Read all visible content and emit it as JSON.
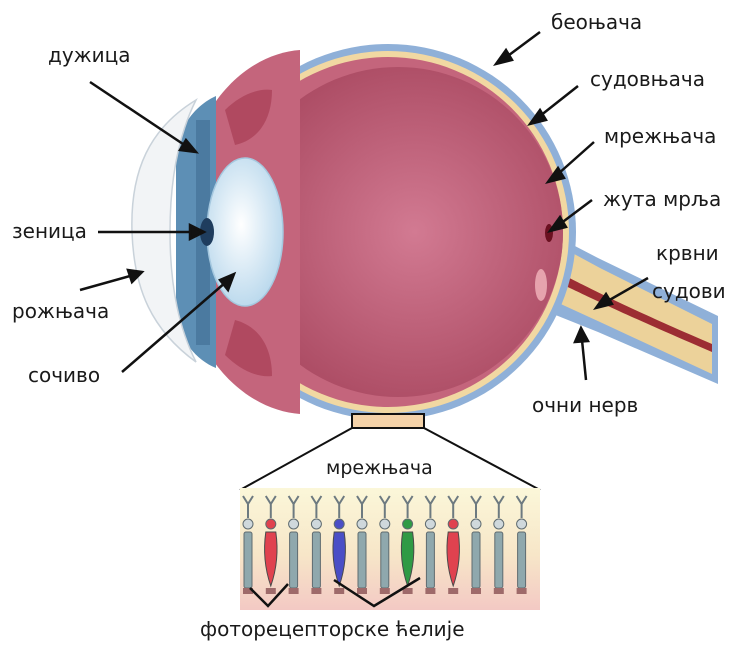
{
  "labels": {
    "beonjaca": "беоњача",
    "sudovnjaca": "судовњача",
    "mreznjaca_eye": "мрежњача",
    "zuta_mrlja": "жута мрља",
    "krvni": "крвни",
    "sudovi": "судови",
    "ocni_nerv": "очни нерв",
    "duzica": "дужица",
    "zenica": "зеница",
    "roznjaca": "рожњача",
    "socivo": "сочиво",
    "mreznjaca_detail": "мрежњача",
    "fotoreceptorske": "фоторецепторске ћелије"
  },
  "colors": {
    "sclera": "#8fb0d8",
    "choroid": "#f1d8a2",
    "vitreous": "#b9536e",
    "retina_inner": "#c4657c",
    "iris": "#5d8fb5",
    "lens": "#d7ecf7",
    "cornea": "#f2f4f6",
    "nerve": "#ecd29a",
    "vessel": "#9c2d33",
    "macula": "#6a1020",
    "cell_red": "#e0424f",
    "cell_blue": "#4a4ec6",
    "cell_green": "#2f9a45"
  }
}
